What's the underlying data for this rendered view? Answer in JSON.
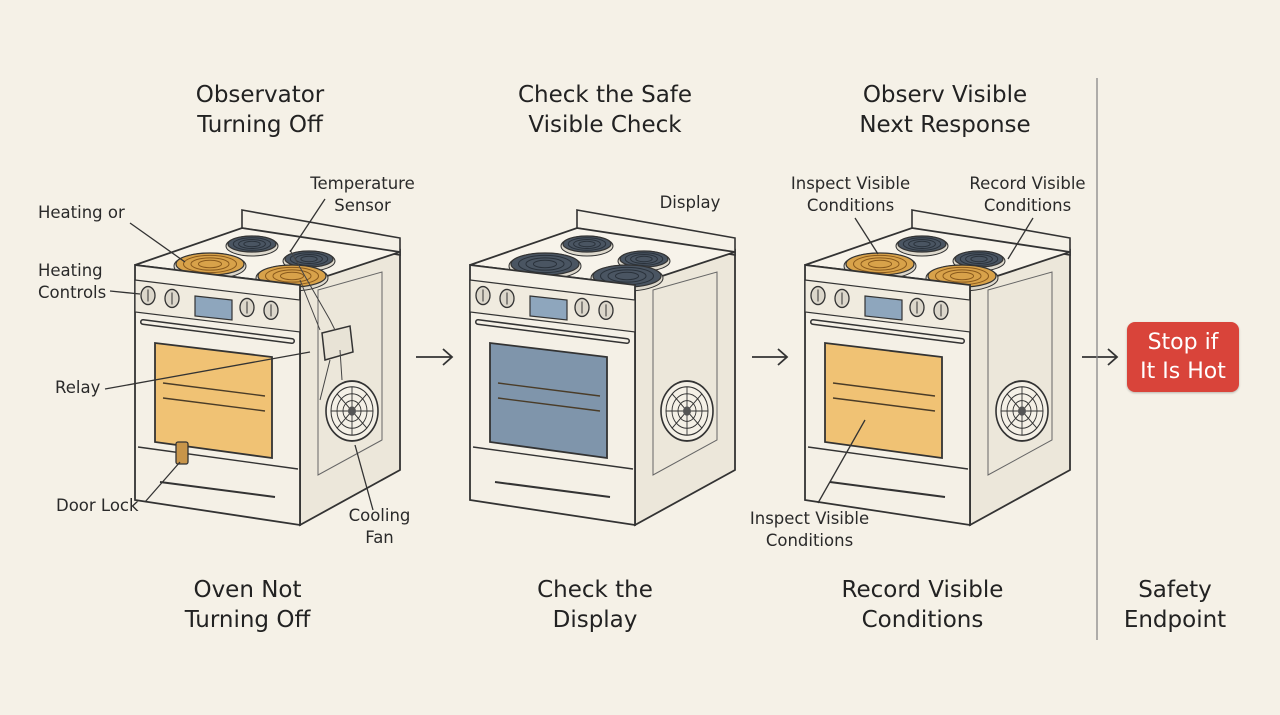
{
  "steps": [
    {
      "title": "Observator\nTurning Off",
      "caption": "Oven Not\nTurning Off",
      "labels": {
        "heating_or": "Heating or",
        "heating_controls": "Heating\nControls",
        "relay": "Relay",
        "door_lock": "Door Lock",
        "temperature_sensor": "Temperature\nSensor",
        "cooling_fan": "Cooling\nFan"
      }
    },
    {
      "title": "Check the Safe\nVisible Check",
      "caption": "Check the\nDisplay",
      "labels": {
        "display": "Display"
      }
    },
    {
      "title": "Observ Visible\nNext Response",
      "caption": "Record Visible\nConditions",
      "labels": {
        "inspect_top": "Inspect Visible\nConditions",
        "record_top": "Record Visible\nConditions",
        "inspect_bottom": "Inspect Visible\nConditions"
      }
    }
  ],
  "endpoint": {
    "badge": "Stop if\nIt Is Hot",
    "caption": "Safety\nEndpoint",
    "badge_color": "#d9443a"
  },
  "colors": {
    "background": "#f5f1e7",
    "hot_element": "#d8a24a",
    "cold_element": "#4a5562",
    "oven_glow": "#f0c274",
    "oven_glass": "#7f95ab",
    "appliance": "#f4f0e6",
    "outline": "#333333"
  },
  "icons": [
    "arrow-right-icon",
    "cooling-fan-icon",
    "burner-icon"
  ]
}
